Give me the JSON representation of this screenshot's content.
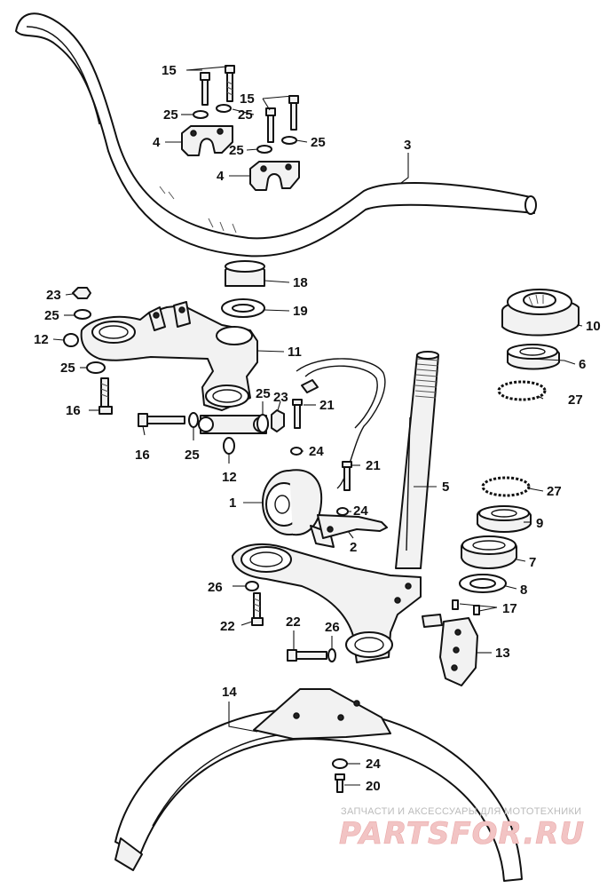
{
  "callouts": {
    "c1": "1",
    "c2": "2",
    "c3": "3",
    "c4a": "4",
    "c4b": "4",
    "c5": "5",
    "c6": "6",
    "c7": "7",
    "c8": "8",
    "c9": "9",
    "c10": "10",
    "c11": "11",
    "c12a": "12",
    "c12b": "12",
    "c13": "13",
    "c14": "14",
    "c15a": "15",
    "c15b": "15",
    "c16a": "16",
    "c16b": "16",
    "c17": "17",
    "c18": "18",
    "c19": "19",
    "c20": "20",
    "c21a": "21",
    "c21b": "21",
    "c22a": "22",
    "c22b": "22",
    "c23a": "23",
    "c23b": "23",
    "c24a": "24",
    "c24b": "24",
    "c24c": "24",
    "c25a": "25",
    "c25b": "25",
    "c25c": "25",
    "c25d": "25",
    "c25e": "25",
    "c25f": "25",
    "c25g": "25",
    "c25h": "25",
    "c26a": "26",
    "c26b": "26",
    "c27a": "27",
    "c27b": "27"
  },
  "watermark": {
    "caption": "ЗАПЧАСТИ И АКСЕССУАРЫ ДЛЯ МОТОТЕХНИКИ",
    "logo": "PARTSFOR.RU",
    "logo_color": "#f2c4c4"
  },
  "colors": {
    "line": "#111111",
    "background": "#ffffff"
  }
}
